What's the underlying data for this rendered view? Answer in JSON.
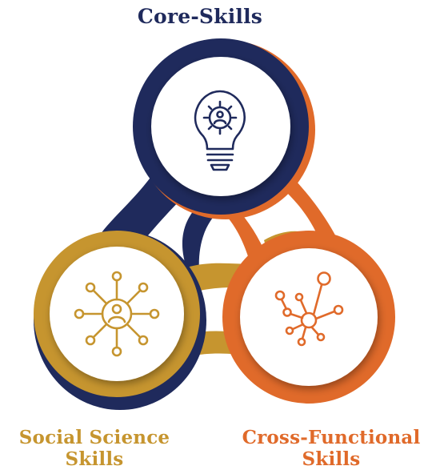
{
  "labels": {
    "core": "Core-Skills",
    "social_line1": "Social Science",
    "social_line2": "Skills",
    "cross_line1": "Cross-Functional",
    "cross_line2": "Skills"
  },
  "nodes": [
    {
      "key": "core",
      "label": "Core-Skills",
      "color": "#1f2a5c",
      "icon": "lightbulb-gear-icon"
    },
    {
      "key": "social",
      "label": "Social Science Skills",
      "color": "#c6952f",
      "icon": "people-network-icon"
    },
    {
      "key": "cross",
      "label": "Cross-Functional Skills",
      "color": "#e06a2a",
      "icon": "molecule-network-icon"
    }
  ]
}
